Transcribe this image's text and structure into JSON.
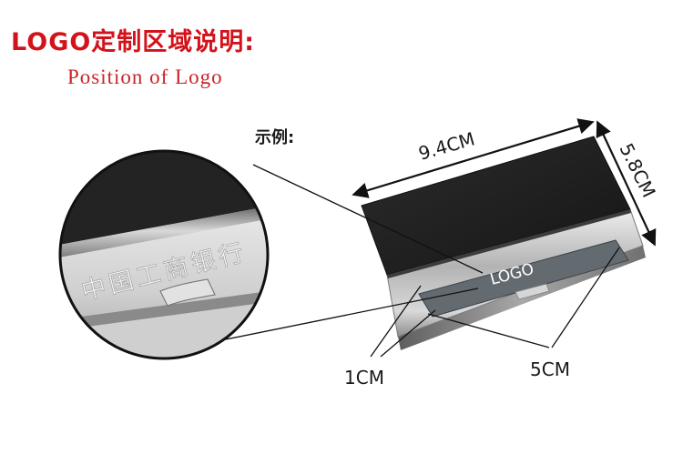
{
  "title": "LOGO定制区域说明:",
  "subtitle": "Position of Logo",
  "example_label": "示例:",
  "dimensions": {
    "width": "9.4CM",
    "height": "5.8CM",
    "logo_height": "1CM",
    "logo_width": "5CM"
  },
  "logo_text": "LOGO",
  "engraving_text": "中国工商银行",
  "colors": {
    "title": "#d3131b",
    "leather": "#222222",
    "steel": "#b9b9b9",
    "logo_area": "#636b71"
  }
}
